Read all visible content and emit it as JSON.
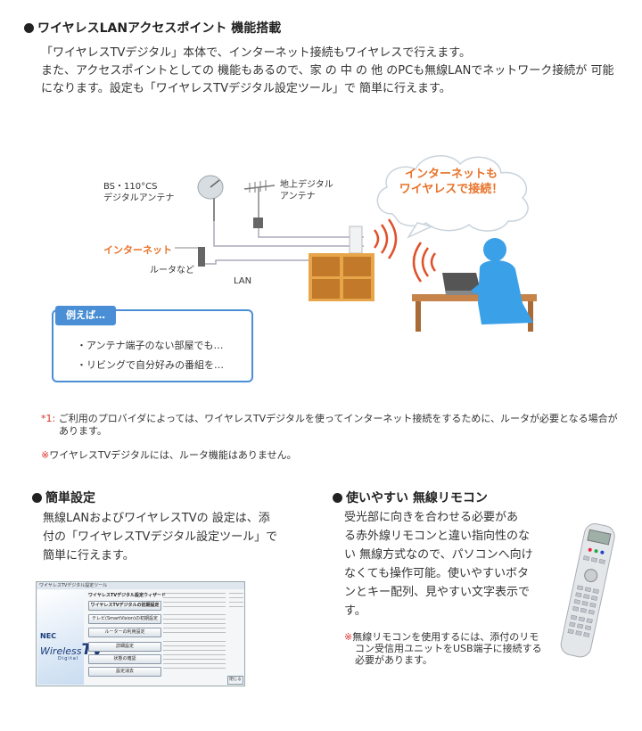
{
  "section1": {
    "heading": "ワイヤレスLANアクセスポイント 機能搭載",
    "lines": [
      "「ワイヤレスTVデジタル」本体で、インターネット接続もワイヤレスで行えます。",
      "また、アクセスポイントとしての 機能もあるので、家 の 中 の 他 のPCも無線LANでネットワーク接続が 可能",
      "になります。設定も「ワイヤレスTVデジタル設定ツール」で 簡単に行えます。"
    ]
  },
  "diagram": {
    "bs_label": [
      "BS・110°CS",
      "デジタルアンテナ"
    ],
    "terrestrial_label": [
      "地上デジタル",
      "アンテナ"
    ],
    "internet_label": "インターネット",
    "router_label": "ルータなど",
    "lan_label": "LAN",
    "bubble": [
      "インターネットも",
      "ワイヤレスで接続！"
    ]
  },
  "example": {
    "tab": "例えば…",
    "items": [
      "・アンテナ端子のない部屋でも…",
      "・リビングで自分好みの番組を…"
    ]
  },
  "notes": {
    "note1_mark": "*1:",
    "note1_lines": [
      "ご利用のプロバイダによっては、ワイヤレスTVデジタルを使ってインターネット接続をするために、ルータが必要となる場合が",
      "あります。"
    ],
    "note2_mark": "※",
    "note2": "ワイヤレスTVデジタルには、ルータ機能はありません。"
  },
  "section2": {
    "heading": "簡単設定",
    "lines": [
      "無線LANおよびワイヤレスTVの 設定は、添",
      "付の「ワイヤレスTVデジタル設定ツール」で",
      "簡単に行えます。"
    ]
  },
  "tool": {
    "title": "ワイヤレスTVデジタル設定ツール",
    "wizard": "ワイヤレスTVデジタル設定ウィザード",
    "buttons": [
      "ワイヤレスTVデジタルの初期設定",
      "テレビ(SmartVision)の初期設定",
      "ルーターの利用設定",
      "詳細設定",
      "状態の確認",
      "設定消去"
    ],
    "close": "閉じる",
    "nec": "NEC",
    "brand_a": "Wireless",
    "brand_b": "TV",
    "digital": "Digital"
  },
  "section3": {
    "heading": "使いやすい 無線リモコン",
    "lines": [
      "受光部に向きを合わせる必要があ",
      "る赤外線リモコンと違い指向性のな",
      "い 無線方式なので、パソコンへ向け",
      "なくても操作可能。使いやすいボタ",
      "ンとキー配列、見やすい文字表示で",
      "す。"
    ],
    "note_mark": "※",
    "note_lines": [
      "無線リモコンを使用するには、添付のリモ",
      "コン受信用ユニットをUSB端子に接続する",
      "必要があります。"
    ]
  }
}
